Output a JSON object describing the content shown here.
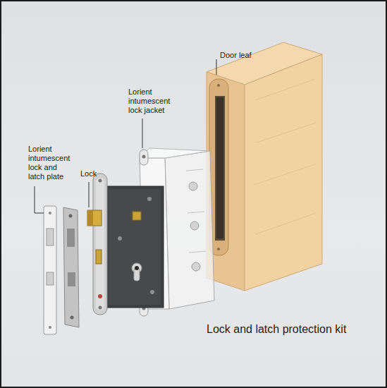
{
  "diagram": {
    "title": "Lock and latch protection kit",
    "labels": [
      "Lorient intumescent lock and latch plate",
      "Lock",
      "Lorient intumescent lock jacket",
      "Door leaf"
    ]
  }
}
